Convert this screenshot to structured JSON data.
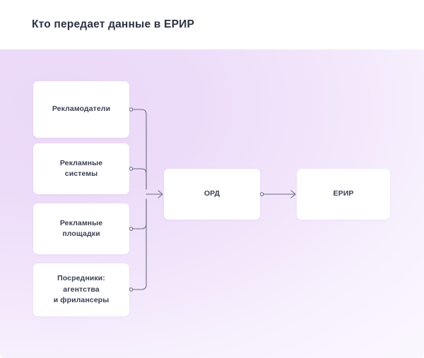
{
  "header": {
    "title": "Кто передает данные в ЕРИР"
  },
  "diagram": {
    "type": "flow-diagram",
    "sources": [
      {
        "id": "advertisers",
        "label": "Рекламодатели"
      },
      {
        "id": "ad-systems",
        "label": "Рекламные\nсистемы"
      },
      {
        "id": "ad-platforms",
        "label": "Рекламные\nплощадки"
      },
      {
        "id": "brokers",
        "label": "Посредники:\nагентства\nи фрилансеры"
      }
    ],
    "hub": {
      "id": "ord",
      "label": "ОРД"
    },
    "target": {
      "id": "erir",
      "label": "ЕРИР"
    },
    "edges": [
      {
        "from": "advertisers",
        "to": "ord"
      },
      {
        "from": "ad-systems",
        "to": "ord"
      },
      {
        "from": "ad-platforms",
        "to": "ord"
      },
      {
        "from": "brokers",
        "to": "ord"
      },
      {
        "from": "ord",
        "to": "erir"
      }
    ]
  },
  "colors": {
    "header_background": "#ffffff",
    "title_text": "#2f3142",
    "canvas_gradient_start": "#ead8f8",
    "canvas_gradient_end": "#fbf7fe",
    "node_background": "#ffffff",
    "node_text": "#3b3f52",
    "connector_line": "#6f6a86"
  }
}
